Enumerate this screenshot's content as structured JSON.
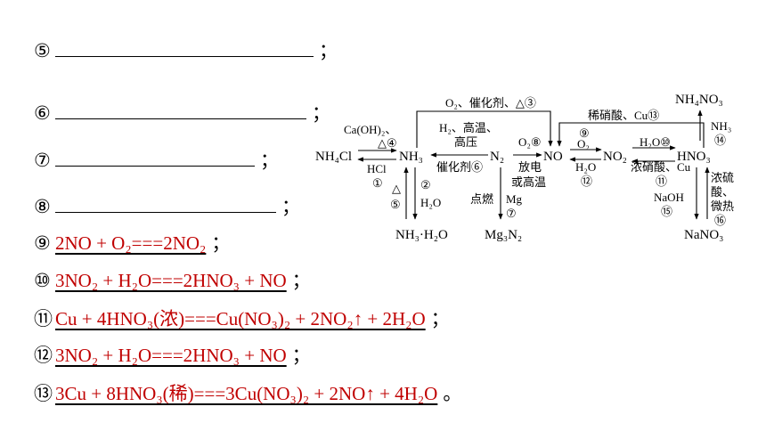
{
  "blank_lines": [
    {
      "number": "⑤",
      "punct": "；"
    },
    {
      "number": "⑥",
      "punct": "；"
    },
    {
      "number": "⑦",
      "punct": "；"
    },
    {
      "number": "⑧",
      "punct": "；"
    }
  ],
  "equations": [
    {
      "number": "⑨",
      "text": "2NO + O₂===2NO₂",
      "punct": "；"
    },
    {
      "number": "⑩",
      "text": "3NO₂ + H₂O===2HNO₃ + NO",
      "punct": "；"
    },
    {
      "number": "⑪",
      "text": "Cu + 4HNO₃(浓)===Cu(NO₃)₂ + 2NO₂↑ + 2H₂O",
      "punct": "；"
    },
    {
      "number": "⑫",
      "text": "3NO₂ + H₂O===2HNO₃ + NO",
      "punct": "；"
    },
    {
      "number": "⑬",
      "text": "3Cu + 8HNO₃(稀)===3Cu(NO₃)₂ + 2NO↑ + 4H₂O",
      "punct": "。"
    }
  ],
  "diagram": {
    "nodes": {
      "nh4cl": "NH₄Cl",
      "nh3": "NH₃",
      "n2": "N₂",
      "no": "NO",
      "no2": "NO₂",
      "hno3": "HNO₃",
      "nh3h2o": "NH₃·H₂O",
      "mg3n2": "Mg₃N₂",
      "nh4no3": "NH₄NO₃",
      "nano3": "NaNO₃"
    },
    "labels": {
      "o2_cat": "O₂、催化剂、△③",
      "caoh2": "Ca(OH)₂、",
      "delta4": "△④",
      "hcl": "HCl",
      "c1": "①",
      "h2_hightemp": "H₂、高温、",
      "high_pressure": "高压",
      "catalyst6": "催化剂⑥",
      "o2_8": "O₂⑧",
      "discharge": "放电",
      "or_hightemp": "或高温",
      "dilute_hno3_cu": "稀硝酸、Cu⑬",
      "c9": "⑨",
      "o2": "O₂",
      "h2o_12": "H₂O",
      "c12": "⑫",
      "h2o_10": "H₂O⑩",
      "conc_hno3_cu": "浓硝酸、Cu",
      "c11": "⑪",
      "naoh": "NaOH",
      "c15": "⑮",
      "nh3_14": "NH₃",
      "c14": "⑭",
      "conc_h2so4_1": "浓硫",
      "conc_h2so4_2": "酸、",
      "conc_h2so4_3": "微热",
      "c16": "⑯",
      "delta5": "△",
      "c5": "⑤",
      "c2": "②",
      "h2o_2": "H₂O",
      "ignite": "点燃",
      "mg": "Mg",
      "c7": "⑦"
    }
  }
}
